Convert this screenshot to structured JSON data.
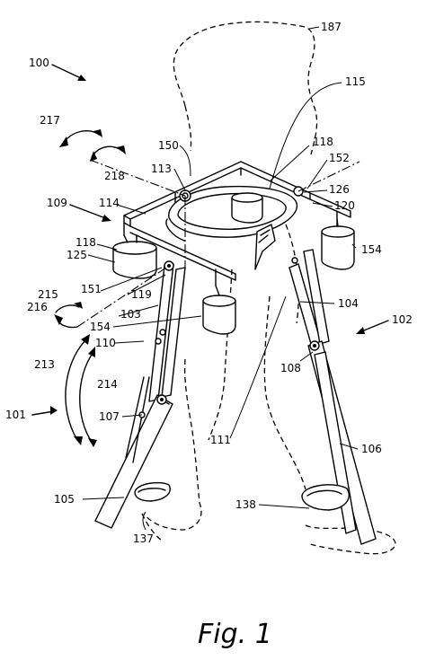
{
  "figure": {
    "caption": "Fig. 1",
    "labels": [
      "187",
      "100",
      "115",
      "217",
      "150",
      "118",
      "152",
      "218",
      "113",
      "126",
      "120",
      "109",
      "114",
      "118",
      "154",
      "125",
      "151",
      "119",
      "215",
      "216",
      "103",
      "104",
      "102",
      "154",
      "110",
      "213",
      "108",
      "214",
      "101",
      "107",
      "111",
      "106",
      "105",
      "138",
      "137"
    ]
  }
}
